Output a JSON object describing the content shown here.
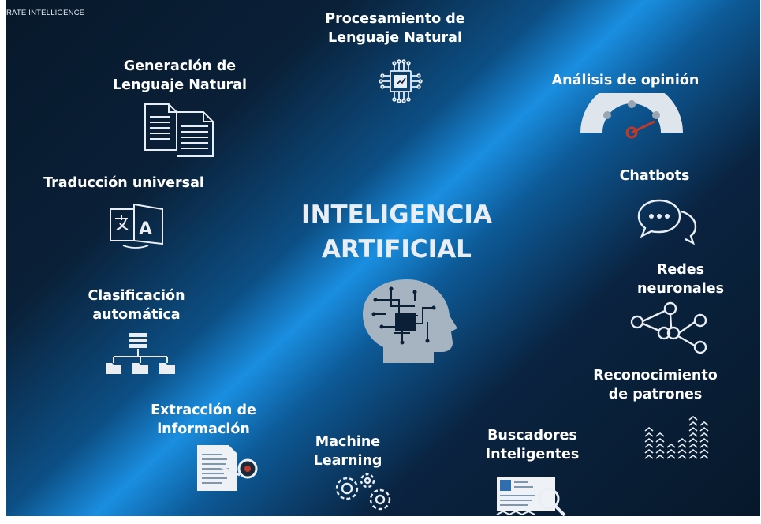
{
  "logo": {
    "tagline": "RATE INTELLIGENCE"
  },
  "title": {
    "line1": "INTELIGENCIA",
    "line2": "ARTIFICIAL"
  },
  "topics": {
    "nlp": {
      "line1": "Procesamiento de",
      "line2": "Lenguaje Natural",
      "icon": "cpu-chip-icon"
    },
    "nlg": {
      "line1": "Generación de",
      "line2": "Lenguaje Natural",
      "icon": "documents-icon"
    },
    "sentiment": {
      "line1": "Análisis de opinión",
      "icon": "speedometer-gauge-icon"
    },
    "translation": {
      "line1": "Traducción universal",
      "icon": "translate-icon"
    },
    "chatbots": {
      "line1": "Chatbots",
      "icon": "chat-bubbles-icon"
    },
    "neural": {
      "line1": "Redes",
      "line2": "neuronales",
      "icon": "network-nodes-icon"
    },
    "classification": {
      "line1": "Clasificación",
      "line2": "automática",
      "icon": "hierarchy-folders-icon"
    },
    "patterns": {
      "line1": "Reconocimiento",
      "line2": "de patrones",
      "icon": "chevron-pattern-icon"
    },
    "extraction": {
      "line1": "Extracción de",
      "line2": "información",
      "icon": "document-magnifier-icon"
    },
    "ml": {
      "line1": "Machine",
      "line2": "Learning",
      "icon": "gears-icon"
    },
    "search": {
      "line1": "Buscadores",
      "line2": "Inteligentes",
      "icon": "id-card-search-icon"
    }
  },
  "center_icon": "circuit-head-icon",
  "colors": {
    "background_dark": "#07182a",
    "background_glow": "#1a8ee0",
    "text": "#ffffff",
    "icon": "#e8eef4"
  }
}
